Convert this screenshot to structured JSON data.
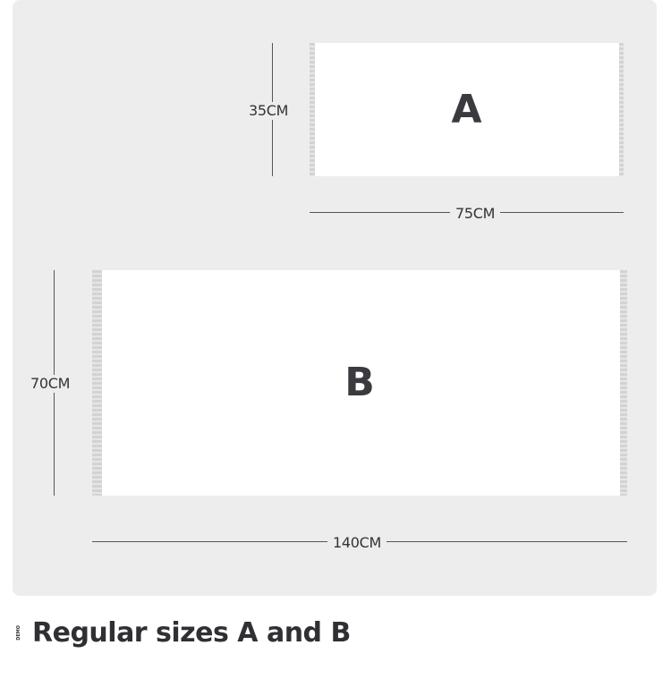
{
  "diagram": {
    "towel_a": {
      "letter": "A",
      "height_label": "35CM",
      "width_label": "75CM"
    },
    "towel_b": {
      "letter": "B",
      "height_label": "70CM",
      "width_label": "140CM"
    }
  },
  "caption": {
    "badge": "DEMO",
    "title": "Regular sizes A and B"
  },
  "colors": {
    "panel_bg": "#ededed",
    "towel": "#ffffff",
    "fringe": "#d3d3d3",
    "text": "#333338"
  }
}
